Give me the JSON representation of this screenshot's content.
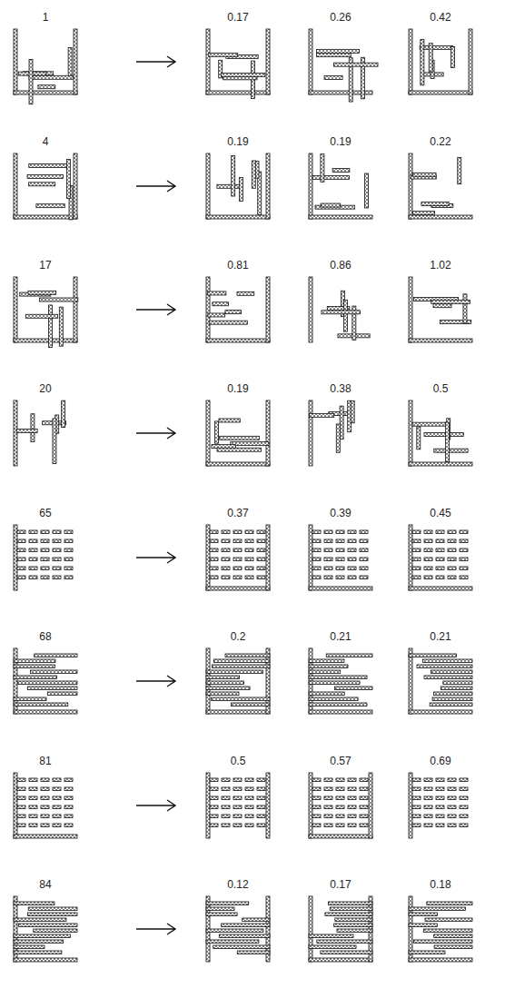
{
  "diagram": {
    "labels": [
      "1",
      "0.17",
      "0.26",
      "0.42",
      "4",
      "0.19",
      "0.19",
      "0.22",
      "17",
      "0.81",
      "0.86",
      "1.02",
      "20",
      "0.19",
      "0.38",
      "0.5",
      "65",
      "0.37",
      "0.39",
      "0.45",
      "68",
      "0.2",
      "0.21",
      "0.21",
      "81",
      "0.5",
      "0.57",
      "0.69",
      "84",
      "0.12",
      "0.17",
      "0.18"
    ]
  }
}
